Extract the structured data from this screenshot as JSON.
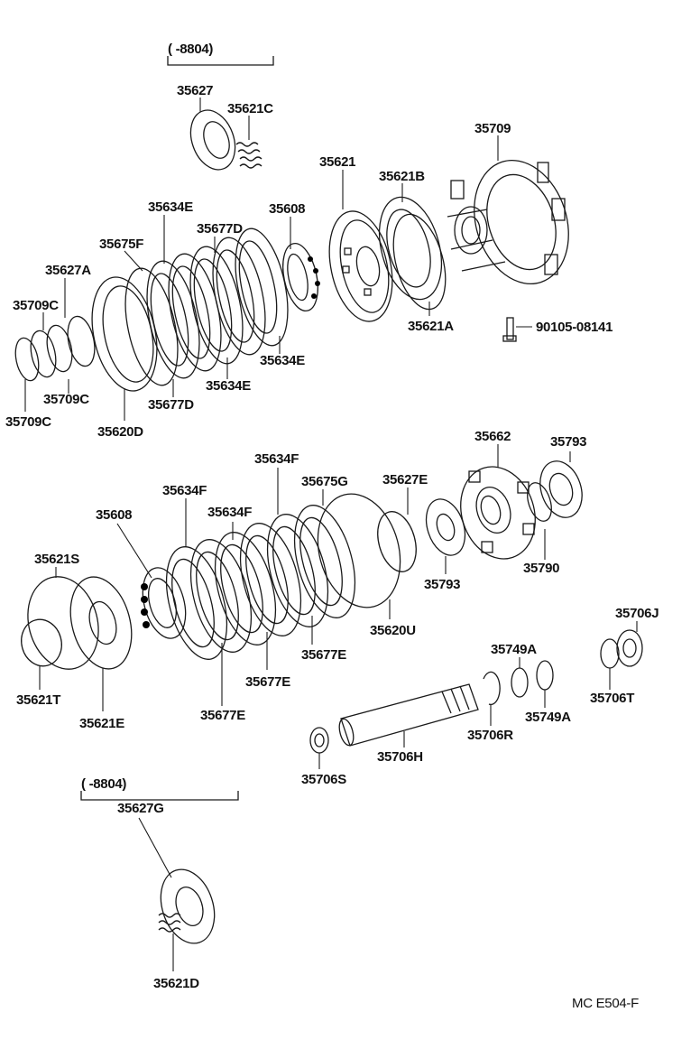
{
  "diagram": {
    "footer_code": "MC  E504-F",
    "groups": {
      "top_note": "(       -8804)",
      "bottom_note": "(       -8804)"
    },
    "labels": {
      "p35627": "35627",
      "p35621C": "35621C",
      "p35709_top": "35709",
      "p35621": "35621",
      "p35621B": "35621B",
      "p35634E_a": "35634E",
      "p35677D_a": "35677D",
      "p35608_a": "35608",
      "p35675F": "35675F",
      "p35627A": "35627A",
      "p35709C_a": "35709C",
      "p35709C_b": "35709C",
      "p35709C_c": "35709C",
      "p35620D": "35620D",
      "p35677D_b": "35677D",
      "p35634E_b": "35634E",
      "p35634E_c": "35634E",
      "p35621A": "35621A",
      "p90105": "90105-08141",
      "p35662": "35662",
      "p35793_a": "35793",
      "p35634F_a": "35634F",
      "p35675G": "35675G",
      "p35627E": "35627E",
      "p35634F_b": "35634F",
      "p35608_b": "35608",
      "p35634F_c": "35634F",
      "p35621S": "35621S",
      "p35793_b": "35793",
      "p35790": "35790",
      "p35620U": "35620U",
      "p35677E_a": "35677E",
      "p35677E_b": "35677E",
      "p35677E_c": "35677E",
      "p35621T": "35621T",
      "p35621E": "35621E",
      "p35706J": "35706J",
      "p35749A_a": "35749A",
      "p35706T": "35706T",
      "p35749A_b": "35749A",
      "p35706R": "35706R",
      "p35706H": "35706H",
      "p35706S": "35706S",
      "p35627G": "35627G",
      "p35621D": "35621D"
    }
  }
}
